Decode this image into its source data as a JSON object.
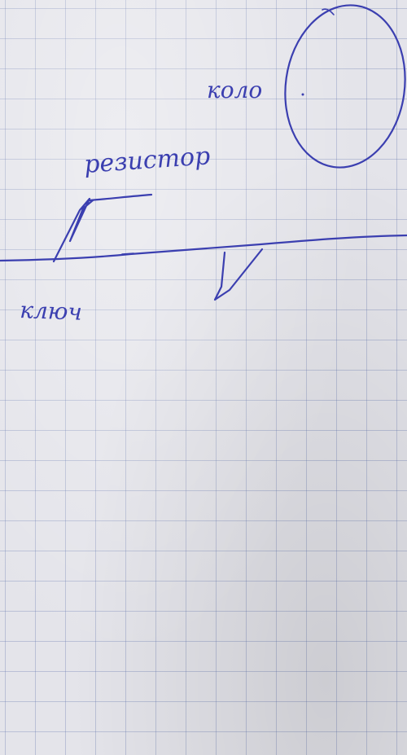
{
  "labels": {
    "resistor": "резистор",
    "switch": "ключ",
    "circle": "коло"
  },
  "colors": {
    "ink": "#3b3fb0",
    "paper": "#e4e4ea",
    "grid": "#7a8cc8"
  }
}
